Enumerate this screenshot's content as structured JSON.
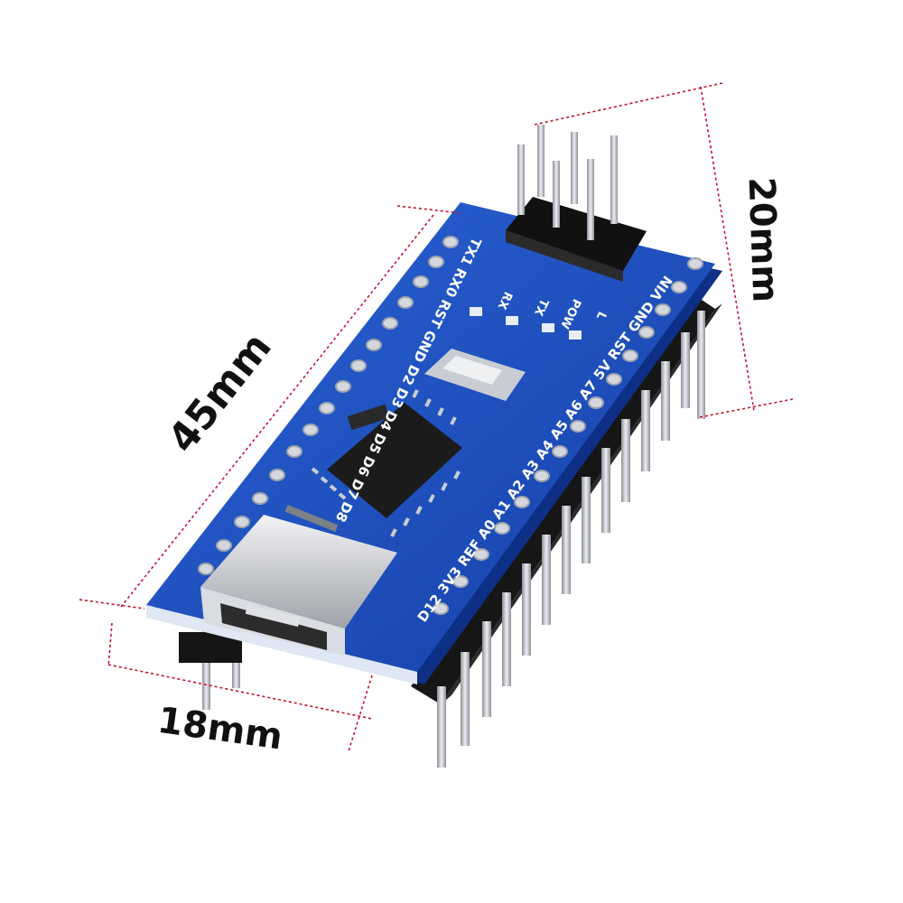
{
  "dimensions": {
    "length": "45mm",
    "width": "18mm",
    "height": "20mm"
  },
  "board": {
    "left_silkscreen": "TX1 RX0 RST GND D2 D3 D4 D5 D6 D7 D8",
    "right_silkscreen": "D12 3V3 REF A0 A1 A2 A3 A4 A5 A6 A7 5V RST GND VIN",
    "led_labels": [
      "RX",
      "TX",
      "POW",
      "L"
    ]
  },
  "colors": {
    "pcb": "#1747b8",
    "pcb_edge": "#0d2f86",
    "dimension_line": "#c8102e",
    "header_plastic": "#141414",
    "pin_metal": "#b9bcc2"
  }
}
